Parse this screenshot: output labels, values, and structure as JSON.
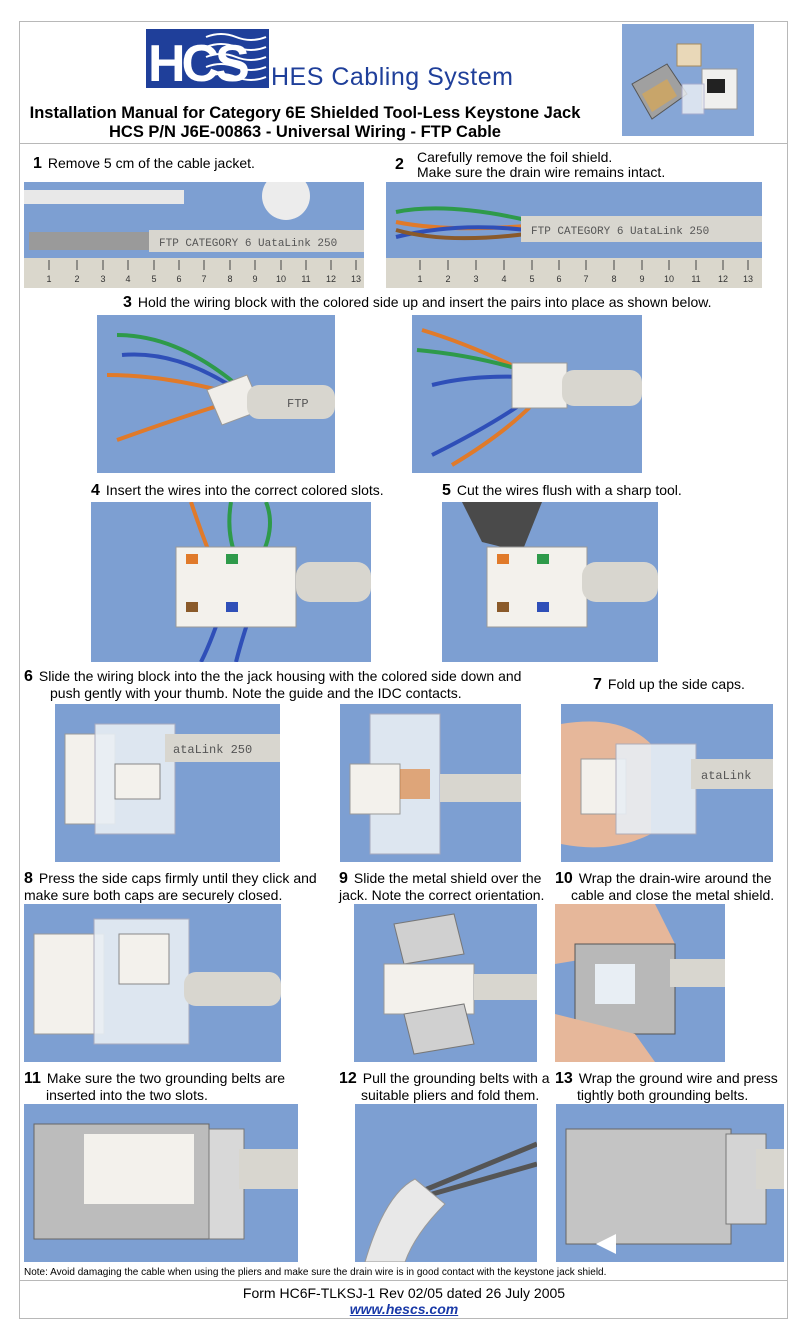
{
  "header": {
    "logo_text": "HCS",
    "brand": "HES Cabling System",
    "title_line1": "Installation Manual for Category 6E Shielded Tool-Less Keystone Jack",
    "title_line2": "HCS P/N J6E-00863 - Universal Wiring - FTP Cable"
  },
  "steps": [
    {
      "num": "1",
      "line1": "Remove 5 cm of the cable jacket.",
      "line2": ""
    },
    {
      "num": "2",
      "line1": "Carefully remove the foil shield.",
      "line2": "Make sure the drain wire remains intact."
    },
    {
      "num": "3",
      "line1": "Hold the wiring block with the colored side up and insert the pairs into place as shown below.",
      "line2": ""
    },
    {
      "num": "4",
      "line1": "Insert the wires into the correct colored slots.",
      "line2": ""
    },
    {
      "num": "5",
      "line1": "Cut the wires flush with a sharp tool.",
      "line2": ""
    },
    {
      "num": "6",
      "line1": "Slide the wiring block into the the jack housing with the colored side down and",
      "line2": "push gently with your thumb. Note the guide and the IDC contacts."
    },
    {
      "num": "7",
      "line1": "Fold up the side caps.",
      "line2": ""
    },
    {
      "num": "8",
      "line1": "Press the side caps firmly until they click and",
      "line2": "make sure both caps are securely closed."
    },
    {
      "num": "9",
      "line1": "Slide the metal shield over the",
      "line2": "jack. Note the correct orientation."
    },
    {
      "num": "10",
      "line1": "Wrap the drain-wire around the",
      "line2": "cable and close the metal shield."
    },
    {
      "num": "11",
      "line1": "Make sure the two grounding belts are",
      "line2": "inserted  into the two slots."
    },
    {
      "num": "12",
      "line1": "Pull the grounding belts with a",
      "line2": "suitable pliers and fold them."
    },
    {
      "num": "13",
      "line1": "Wrap the ground wire and press",
      "line2": "tightly both grounding belts."
    }
  ],
  "photo_labels": {
    "ruler_ticks": [
      "1",
      "2",
      "3",
      "4",
      "5",
      "6",
      "7",
      "8",
      "9",
      "10",
      "11",
      "12",
      "13"
    ],
    "cable_print": "FTP CATEGORY 6 UataLink 250",
    "cable_print_short": "FTP",
    "cable_print_partial": "ataLink 250",
    "cable_print_7": "ataLink"
  },
  "footer": {
    "note": "Note: Avoid damaging the cable when using the pliers and make sure the drain wire is in good contact with the keystone jack shield.",
    "form": "Form HC6F-TLKSJ-1 Rev 02/05 dated 26 July 2005",
    "url": "www.hescs.com"
  },
  "colors": {
    "brand_blue": "#1f3f9a",
    "photo_blue": "#7d9fd2",
    "cable_gray": "#d8d6cf",
    "rule_gray": "#b8b8b8"
  }
}
